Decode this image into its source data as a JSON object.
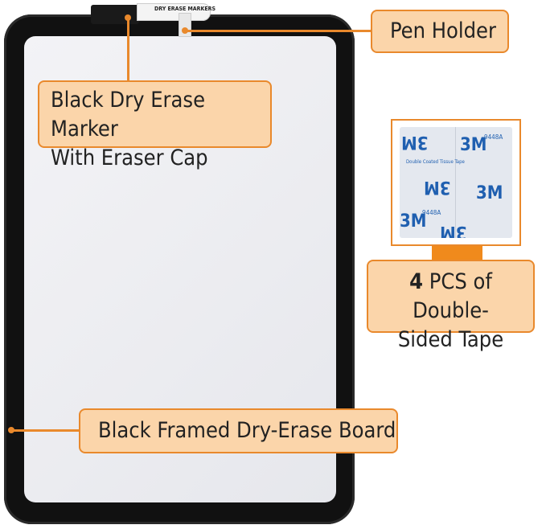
{
  "labels": {
    "pen_holder": "Pen Holder",
    "marker_line1": "Black Dry Erase Marker",
    "marker_line2": "With Eraser Cap",
    "tape_count": "4",
    "tape_line1_rest": " PCS of Double-",
    "tape_line2": "Sided Tape",
    "board": "Black Framed Dry-Erase Board"
  },
  "marker_print": "DRY ERASE MARKERS",
  "tape_print": {
    "brand": "3M",
    "model": "9448A",
    "desc": "Double Coated Tissue Tape"
  },
  "colors": {
    "accent": "#e9892c",
    "label_fill": "#fbd5aa",
    "frame": "#111111"
  }
}
